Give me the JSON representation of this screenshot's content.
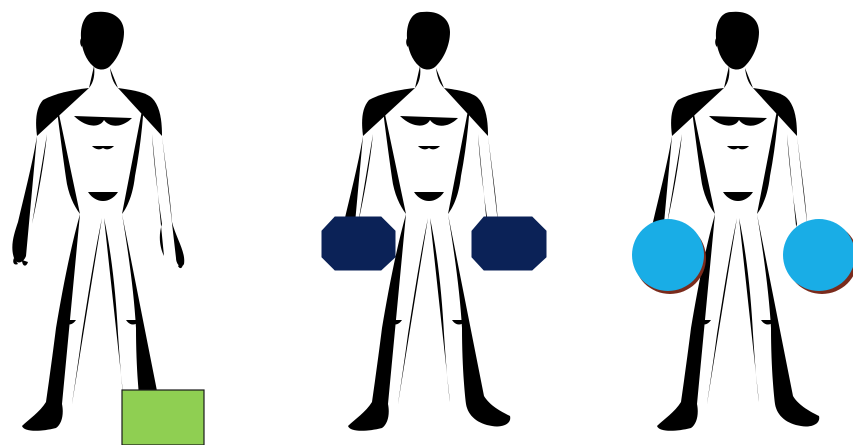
{
  "figures": [
    {
      "id": "figure-1",
      "prop": {
        "kind": "block",
        "shape": "rectangle",
        "color": "#8fcf52",
        "edge_color": "#1a1a1a"
      }
    },
    {
      "id": "figure-2",
      "prop": {
        "kind": "weights",
        "shape": "octagon",
        "color": "#0b2257",
        "edge_color": "#0b2257"
      }
    },
    {
      "id": "figure-3",
      "prop": {
        "kind": "weights",
        "shape": "circle",
        "color": "#19ade6",
        "edge_color": "#7a2b1c"
      }
    }
  ]
}
